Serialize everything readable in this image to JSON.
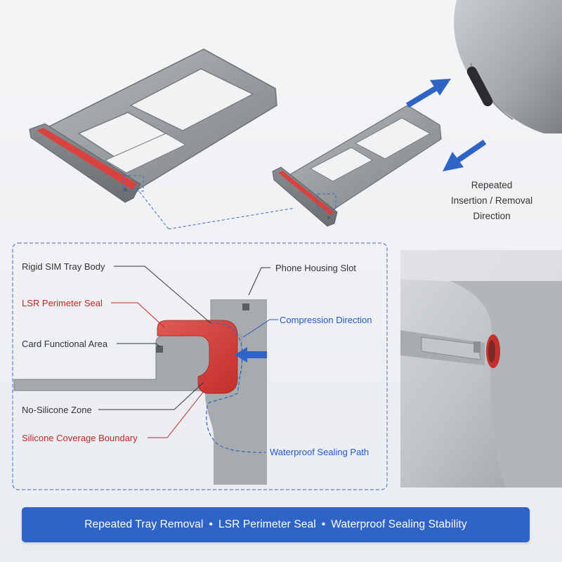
{
  "top": {
    "direction_label": [
      "Repeated",
      "Insertion / Removal",
      "Direction"
    ]
  },
  "detail": {
    "labels": {
      "rigid_body": "Rigid SIM Tray Body",
      "lsr_seal": "LSR Perimeter Seal",
      "card_area": "Card Functional Area",
      "no_silicone": "No-Silicone Zone",
      "coverage_boundary": "Silicone Coverage Boundary",
      "housing_slot": "Phone Housing Slot",
      "compression": "Compression Direction",
      "sealing_path": "Waterproof Sealing Path"
    }
  },
  "banner": {
    "items": [
      "Repeated Tray Removal",
      "LSR Perimeter Seal",
      "Waterproof Sealing Stability"
    ],
    "separator": "•"
  },
  "colors": {
    "accent_blue": "#2f63c6",
    "seal_red": "#d9433f",
    "label_red": "#c0272d",
    "label_blue": "#2756c5"
  }
}
